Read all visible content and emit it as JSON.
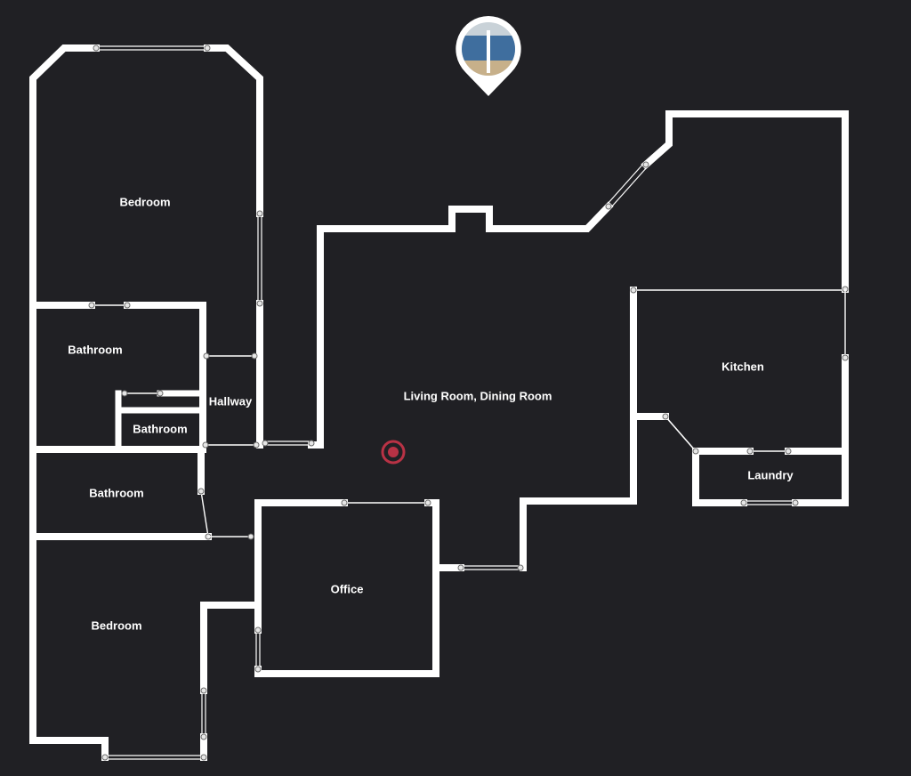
{
  "rooms": {
    "bedroom_top": "Bedroom",
    "bathroom_upper": "Bathroom",
    "hallway": "Hallway",
    "bathroom_small": "Bathroom",
    "bathroom_middle": "Bathroom",
    "bedroom_bottom": "Bedroom",
    "living_dining": "Living Room, Dining Room",
    "office": "Office",
    "kitchen": "Kitchen",
    "laundry": "Laundry"
  },
  "icons": {
    "location_marker": "current-position-target-icon",
    "photo_pin": "panorama-photo-pin-icon"
  },
  "colors": {
    "background": "#202024",
    "walls": "#ffffff",
    "marker": "#b83245"
  }
}
